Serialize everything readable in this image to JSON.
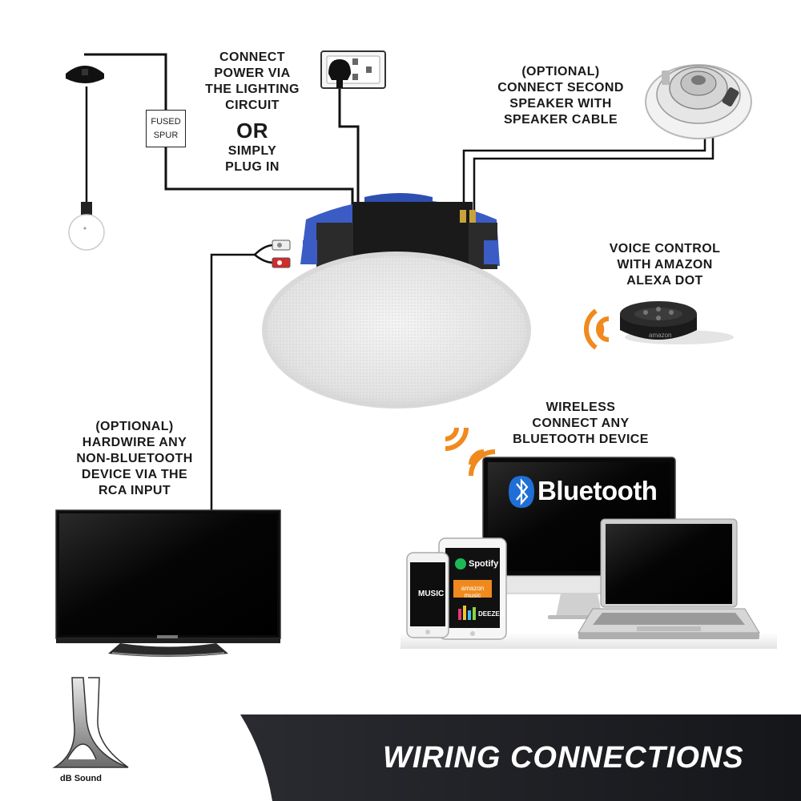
{
  "labels": {
    "power": [
      "CONNECT",
      "POWER VIA",
      "THE LIGHTING",
      "CIRCUIT"
    ],
    "or": "OR",
    "plug": [
      "SIMPLY",
      "PLUG IN"
    ],
    "second_speaker": [
      "(OPTIONAL)",
      "CONNECT SECOND",
      "SPEAKER WITH",
      "SPEAKER CABLE"
    ],
    "voice": [
      "VOICE CONTROL",
      "WITH AMAZON",
      "ALEXA DOT"
    ],
    "wireless": [
      "WIRELESS",
      "CONNECT ANY",
      "BLUETOOTH DEVICE"
    ],
    "hardwire": [
      "(OPTIONAL)",
      "HARDWIRE ANY",
      "NON-BLUETOOTH",
      "DEVICE VIA THE",
      "RCA INPUT"
    ],
    "fused_spur": [
      "FUSED",
      "SPUR"
    ]
  },
  "devices": {
    "bluetooth_brand": "Bluetooth",
    "apple_music": "MUSIC",
    "spotify": "Spotify",
    "amazon_music": "amazon music",
    "deezer": "DEEZER",
    "echo_brand": "amazon"
  },
  "banner": {
    "title": "WIRING CONNECTIONS"
  },
  "logo": {
    "text": "dB Sound"
  },
  "colors": {
    "accent": "#f08a1e",
    "speaker_blue": "#3b5cc4",
    "banner": "#1e1f24",
    "wire": "#111111"
  }
}
